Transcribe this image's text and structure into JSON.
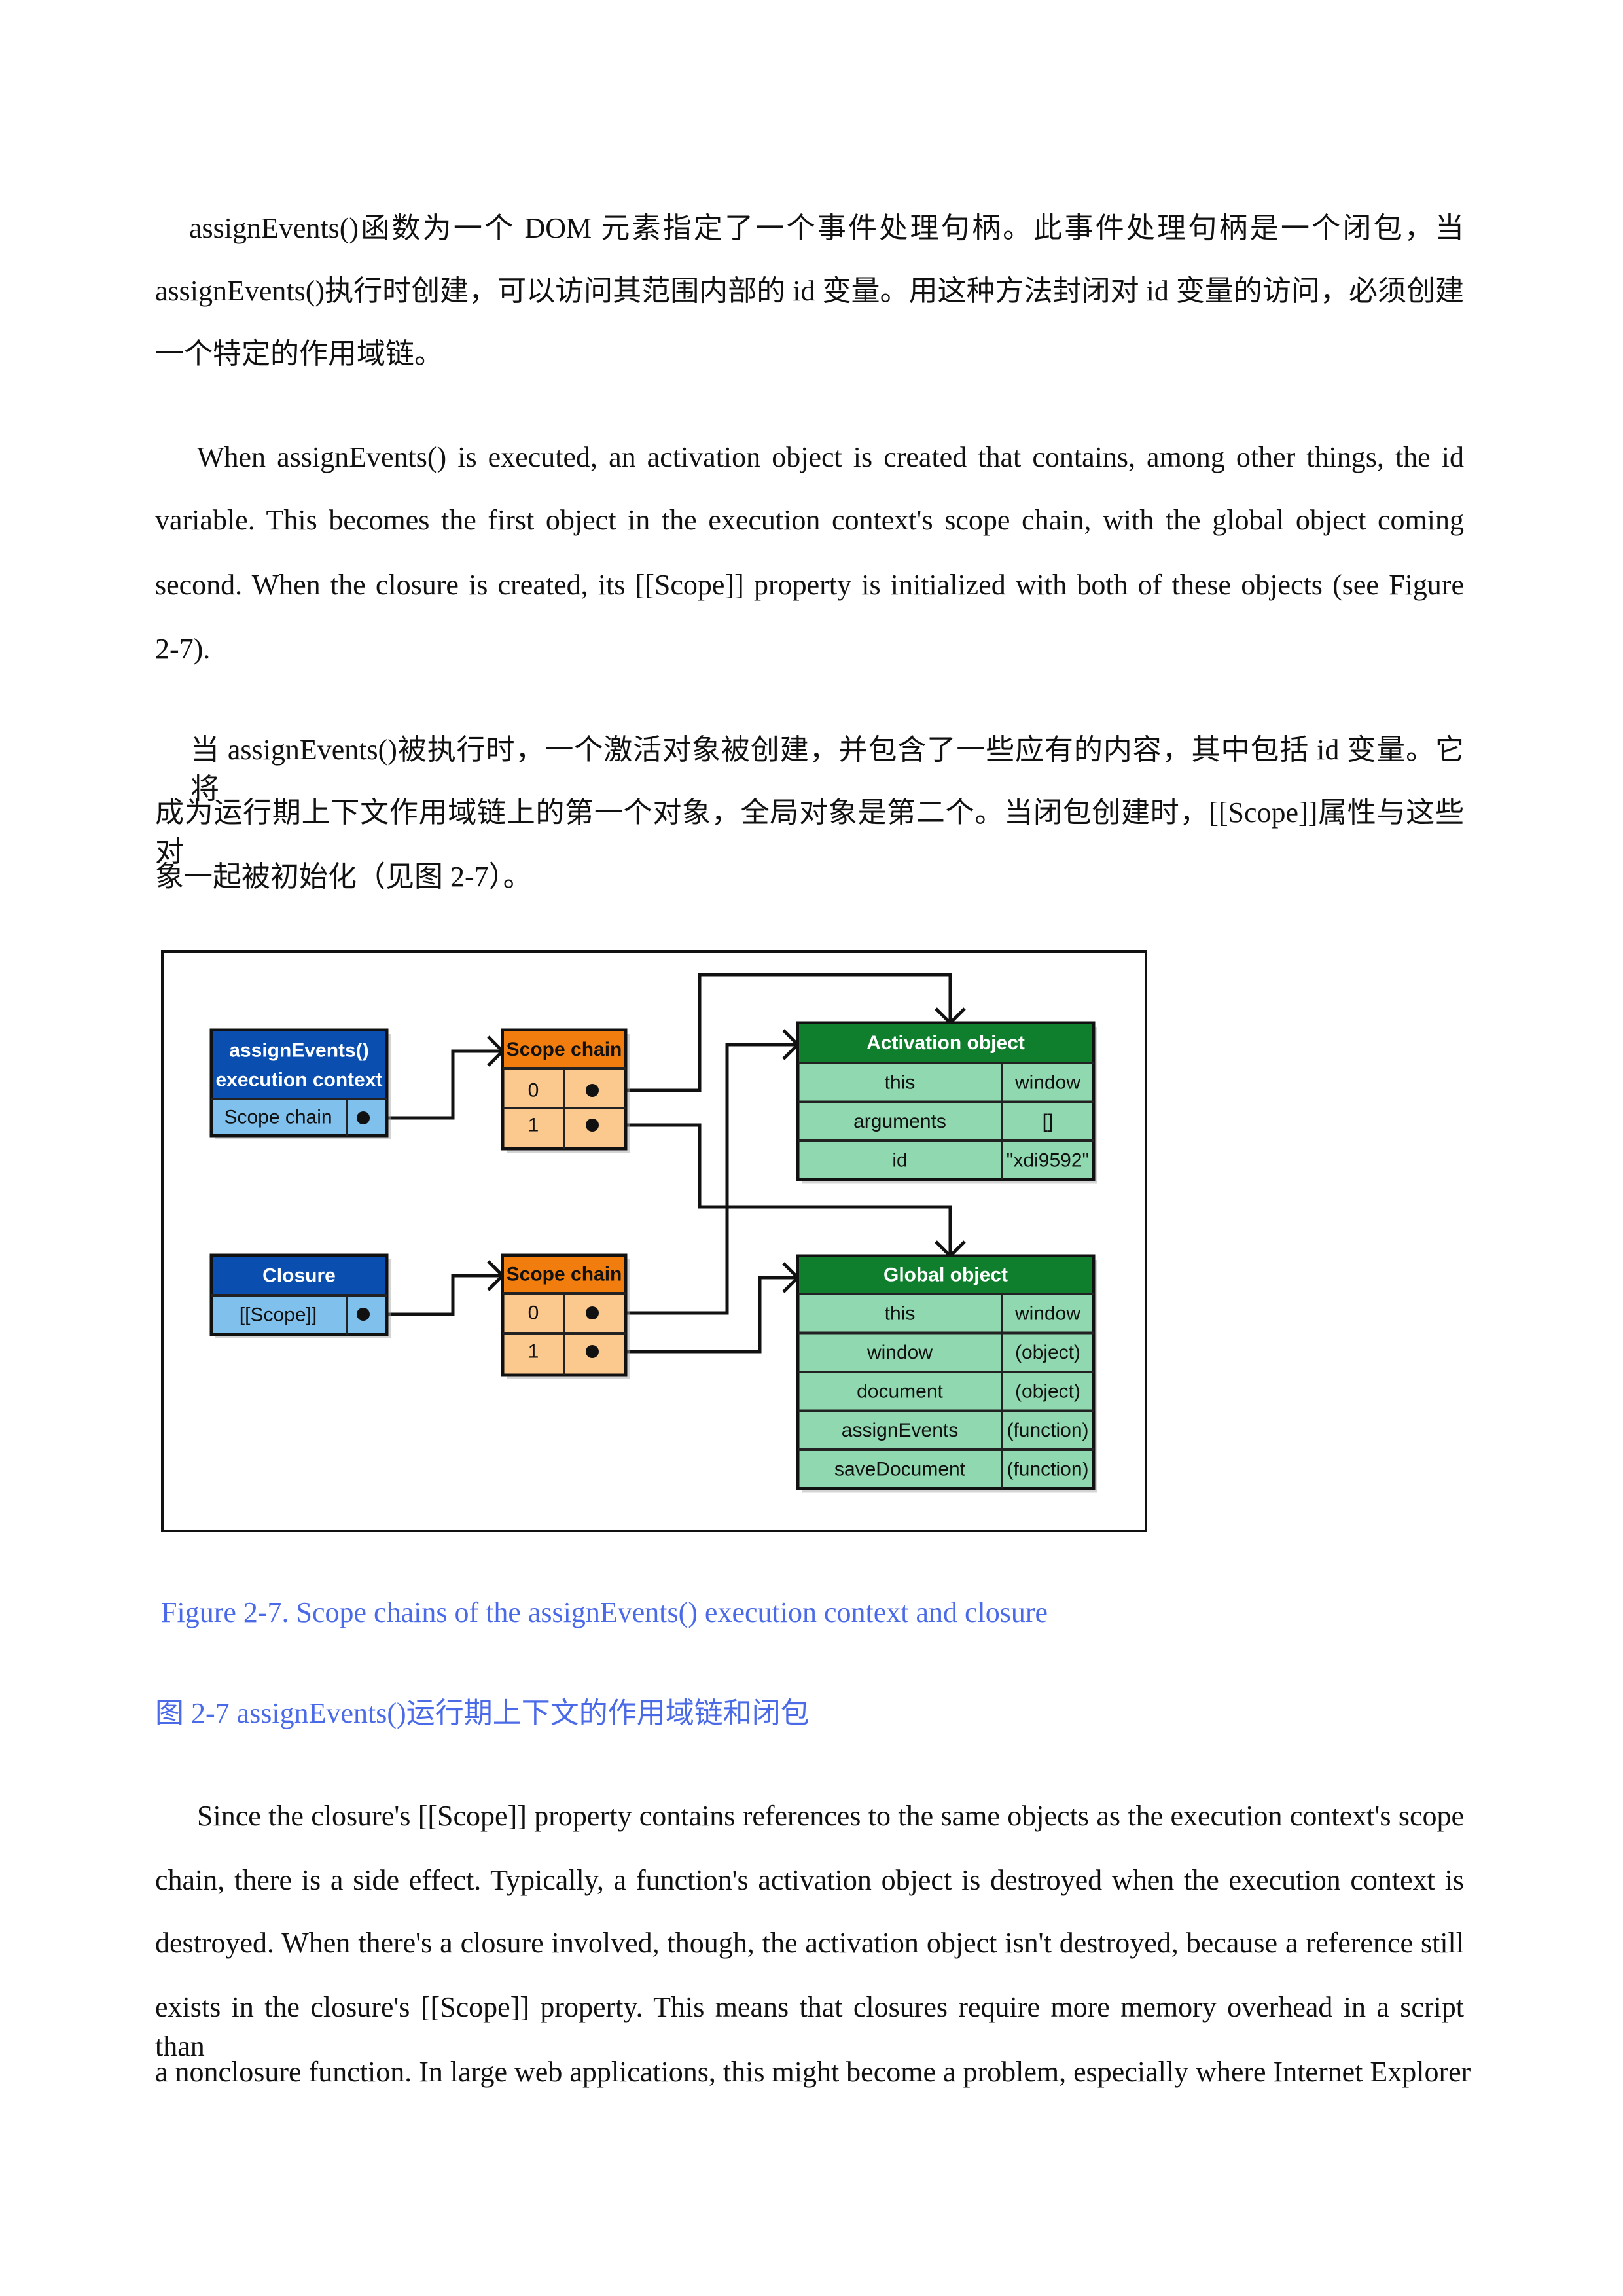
{
  "paragraphs": [
    {
      "lines": [
        "assignEvents()函数为一个 DOM 元素指定了一个事件处理句柄。此事件处理句柄是一个闭包，当",
        "assignEvents()执行时创建，可以访问其范围内部的 id 变量。用这种方法封闭对 id 变量的访问，必须创建",
        "一个特定的作用域链。"
      ]
    },
    {
      "lines": [
        "When assignEvents() is executed, an activation object is created that contains, among other things, the id",
        "variable. This becomes the first object in the execution context's scope chain, with the global object coming",
        "second. When the closure is created, its [[Scope]] property is initialized with both of these objects (see Figure",
        "2-7)."
      ]
    },
    {
      "lines": [
        "当 assignEvents()被执行时，一个激活对象被创建，并包含了一些应有的内容，其中包括 id 变量。它将",
        "成为运行期上下文作用域链上的第一个对象，全局对象是第二个。当闭包创建时，[[Scope]]属性与这些对",
        "象一起被初始化（见图 2-7）。"
      ]
    },
    {
      "lines": [
        "Since the closure's [[Scope]] property contains references to the same objects as the execution context's scope",
        "chain, there is a side effect. Typically, a function's activation object is destroyed when the execution context is",
        "destroyed. When there's a closure involved, though, the activation object isn't destroyed, because a reference still",
        "exists in the closure's [[Scope]] property. This means that closures require more memory overhead in a script than",
        "a nonclosure function. In large web applications, this might become a problem, especially where Internet Explorer"
      ]
    }
  ],
  "captions": {
    "en": "Figure 2-7. Scope chains of the assignEvents() execution context and closure",
    "zh": "图 2-7   assignEvents()运行期上下文的作用域链和闭包"
  },
  "figure": {
    "exec_context": {
      "title_lines": [
        "assignEvents()",
        "execution context"
      ],
      "row_label": "Scope chain"
    },
    "closure": {
      "title": "Closure",
      "row_label": "[[Scope]]"
    },
    "scope_chain_1": {
      "title": "Scope chain",
      "rows": [
        "0",
        "1"
      ]
    },
    "scope_chain_2": {
      "title": "Scope chain",
      "rows": [
        "0",
        "1"
      ]
    },
    "activation_object": {
      "title": "Activation object",
      "rows": [
        [
          "this",
          "window"
        ],
        [
          "arguments",
          "[]"
        ],
        [
          "id",
          "\"xdi9592\""
        ]
      ]
    },
    "global_object": {
      "title": "Global object",
      "rows": [
        [
          "this",
          "window"
        ],
        [
          "window",
          "(object)"
        ],
        [
          "document",
          "(object)"
        ],
        [
          "assignEvents",
          "(function)"
        ],
        [
          "saveDocument",
          "(function)"
        ]
      ]
    },
    "colors": {
      "blue_dark": "#0a4fb0",
      "blue_light": "#7fc0ec",
      "orange_dark": "#f07d0e",
      "orange_light": "#fbc98e",
      "green_dark": "#0f7f2e",
      "green_light": "#8fd8b0"
    }
  }
}
